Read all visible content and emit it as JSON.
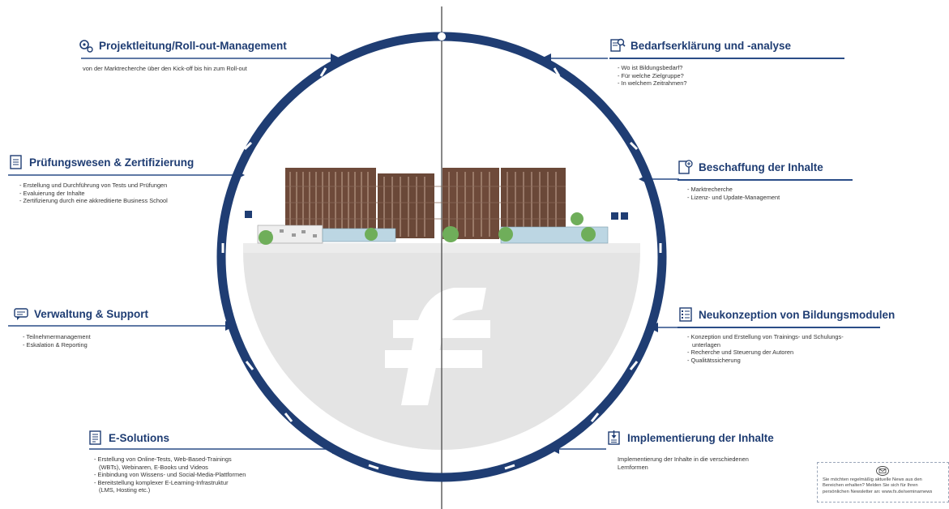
{
  "segments": {
    "tl": {
      "title": "Projektleitung/Roll-out-Management",
      "icon": "gears-icon",
      "text": "von der Marktrecherche über den Kick-off bis hin zum Roll-out"
    },
    "tr": {
      "title": "Bedarfserklärung und -analyse",
      "icon": "document-search-icon",
      "items": [
        "Wo ist Bildungsbedarf?",
        "Für welche Zielgruppe?",
        "In welchem Zeitrahmen?"
      ]
    },
    "ml": {
      "title": "Prüfungswesen & Zertifizierung",
      "icon": "checklist-icon",
      "items": [
        "Erstellung und Durchführung von Tests und Prüfungen",
        "Evaluierung der Inhalte",
        "Zertifizierung durch eine akkreditierte Business School"
      ]
    },
    "mr": {
      "title": "Beschaffung der Inhalte",
      "icon": "document-add-icon",
      "items": [
        "Marktrecherche",
        "Lizenz- und Update-Management"
      ]
    },
    "ll": {
      "title": "Verwaltung & Support",
      "icon": "chat-icon",
      "items": [
        "Teilnehmermanagement",
        "Eskalation & Reporting"
      ]
    },
    "lr": {
      "title": "Neukonzeption von Bildungsmodulen",
      "icon": "list-document-icon",
      "items": [
        "Konzeption und Erstellung von Trainings- und Schulungs-",
        "unterlagen",
        "Recherche und Steuerung der Autoren",
        "Qualitätssicherung"
      ]
    },
    "bl": {
      "title": "E-Solutions",
      "icon": "document-lines-icon",
      "items": [
        "Erstellung von Online-Tests, Web-Based-Trainings",
        "(WBTs), Webinaren, E-Books und Videos",
        "Einbindung von Wissens- und Social-Media-Plattformen",
        "Bereitstellung komplexer E-Learning-Infrastruktur",
        "(LMS, Hosting etc.)"
      ]
    },
    "br": {
      "title": "Implementierung der Inhalte",
      "icon": "document-download-icon",
      "text": "Implementierung der Inhalte in die verschiedenen Lernformen"
    }
  },
  "newsletter": {
    "text": "Sie möchten regelmäßig aktuelle News aus den Bereichen erhalten? Melden Sie sich für Ihren persönlichen Newsletter an: www.fs.de/seminarnews",
    "icon": "envelope-icon"
  },
  "colors": {
    "ring": "#1f3d73",
    "title": "#1f3d73",
    "rule": "#2a4d87",
    "ground": "#e4e4e4",
    "logo": "#ffffff",
    "building": "#6e4a3a"
  }
}
